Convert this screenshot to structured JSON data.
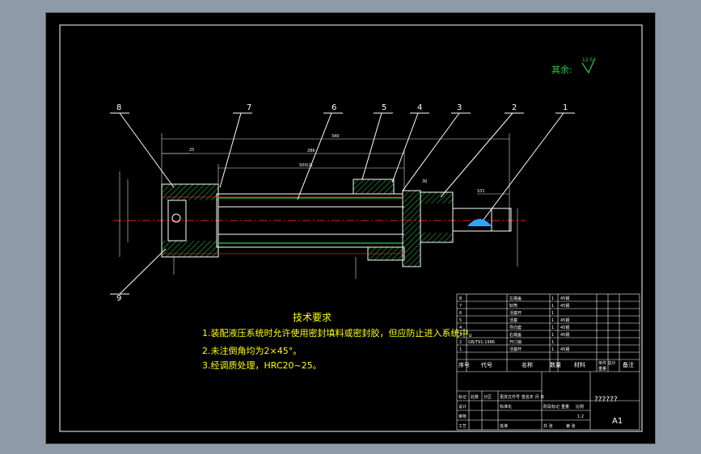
{
  "callouts": [
    "8",
    "7",
    "6",
    "5",
    "4",
    "3",
    "2",
    "1",
    "9"
  ],
  "surface_mark": {
    "label": "其余:",
    "value": "12.5"
  },
  "requirements": {
    "title": "技术要求",
    "items": [
      "1.装配液压系统时允许使用密封填料或密封胶，但应防止进入系统中。",
      "2.未注倒角均为2×45°。",
      "3.经调质处理，HRC20~25。"
    ]
  },
  "dimensions": [
    "340",
    "286",
    "500(2)",
    "25",
    "30",
    "101"
  ],
  "parts_list": {
    "rows": [
      {
        "no": "8",
        "code": "",
        "name": "左端盖",
        "qty": "1",
        "material": "45钢"
      },
      {
        "no": "7",
        "code": "",
        "name": "缸筒",
        "qty": "1",
        "material": "45钢"
      },
      {
        "no": "6",
        "code": "",
        "name": "活塞杆",
        "qty": "1",
        "material": ""
      },
      {
        "no": "5",
        "code": "",
        "name": "活塞",
        "qty": "1",
        "material": "45钢"
      },
      {
        "no": "4",
        "code": "",
        "name": "导向套",
        "qty": "1",
        "material": "45钢"
      },
      {
        "no": "3",
        "code": "",
        "name": "右端盖",
        "qty": "1",
        "material": "45钢"
      },
      {
        "no": "2",
        "code": "GB/T91-1986",
        "name": "开口销",
        "qty": "1",
        "material": ""
      },
      {
        "no": "1",
        "code": "",
        "name": "活塞杆",
        "qty": "1",
        "material": "45钢"
      }
    ],
    "header": {
      "no": "序号",
      "code": "代号",
      "name": "名称",
      "qty": "数量",
      "material": "材料",
      "weight": "单件 总计",
      "weight2": "重量",
      "remark": "备注"
    }
  },
  "title_block": {
    "drawing_name": "??????",
    "sheet_size": "A1",
    "scale": "1:2",
    "labels": {
      "mark": "标记",
      "count": "处数",
      "zone": "分区",
      "doc": "更改文件号",
      "sign": "签名",
      "date": "年 月 日",
      "design": "设计",
      "std": "标准化",
      "check": "审核",
      "process": "工艺",
      "approve": "批准",
      "stage": "阶段标记",
      "weight": "重量",
      "ratio": "比例",
      "sheets": "共 张",
      "sheet": "第 张"
    }
  }
}
